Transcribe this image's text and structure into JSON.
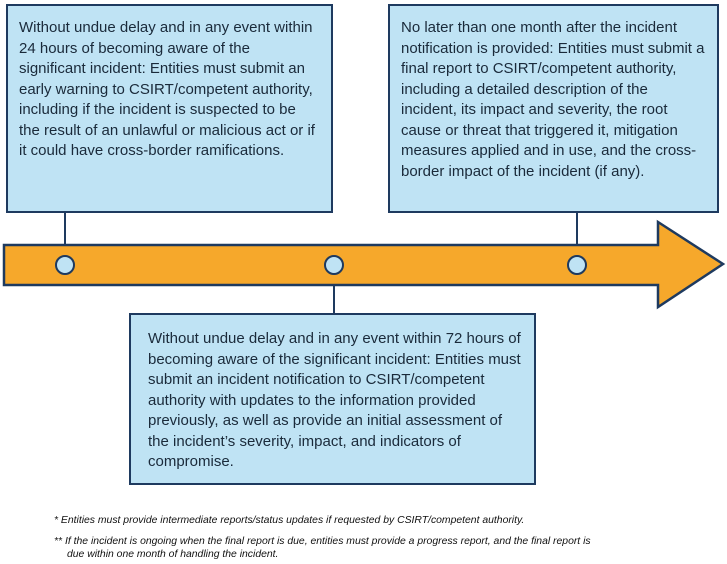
{
  "milestones": {
    "early_warning": "Without undue delay and in any event within 24 hours of becoming aware of the significant incident: Entities must submit an early warning to CSIRT/competent authority, including if the incident is suspected to be the result of an unlawful or malicious act or if it could have cross-border ramifications.",
    "incident_notification": "Without undue delay and in any event within 72 hours of becoming aware of the significant incident: Entities must submit an incident notification to CSIRT/competent authority with updates to the information provided previously, as well as provide an initial assessment of the incident’s severity, impact, and indicators of compromise.",
    "final_report": "No later than one month after the incident notification is provided: Entities must submit a final report to CSIRT/competent authority, including a detailed description of the incident, its impact and severity, the root cause or threat that triggered it, mitigation measures applied and in use, and the cross-border impact of the incident (if any)."
  },
  "footnotes": {
    "first": "* Entities must provide intermediate reports/status updates if requested by CSIRT/competent authority.",
    "second_marker": "**",
    "second_line1": "If the incident is ongoing when the final report is due, entities must provide a progress report, and the final report is",
    "second_line2": "due within one month of handling the incident."
  },
  "colors": {
    "box_fill": "#bfe3f4",
    "outline": "#1e3a5f",
    "arrow_fill": "#f6a82b"
  }
}
